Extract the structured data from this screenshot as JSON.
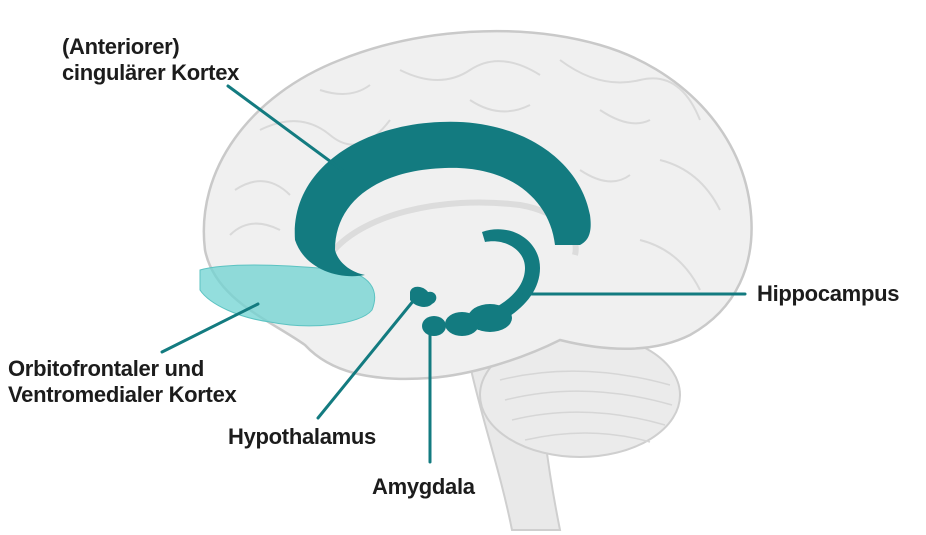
{
  "labels": {
    "cingulate": {
      "line1": "(Anteriorer)",
      "line2": "cingulärer Kortex"
    },
    "hippocampus": "Hippocampus",
    "orbitofrontal": {
      "line1": "Orbitofrontaler und",
      "line2": "Ventromedialer Kortex"
    },
    "hypothalamus": "Hypothalamus",
    "amygdala": "Amygdala"
  },
  "colors": {
    "highlight": "#137b80",
    "orbitofrontal_highlight": "#6fd3d2",
    "brain_fill": "#eeeeee",
    "brain_outline": "#c9c9c9",
    "leader_line": "#137b80",
    "text": "#1c1c1c"
  }
}
